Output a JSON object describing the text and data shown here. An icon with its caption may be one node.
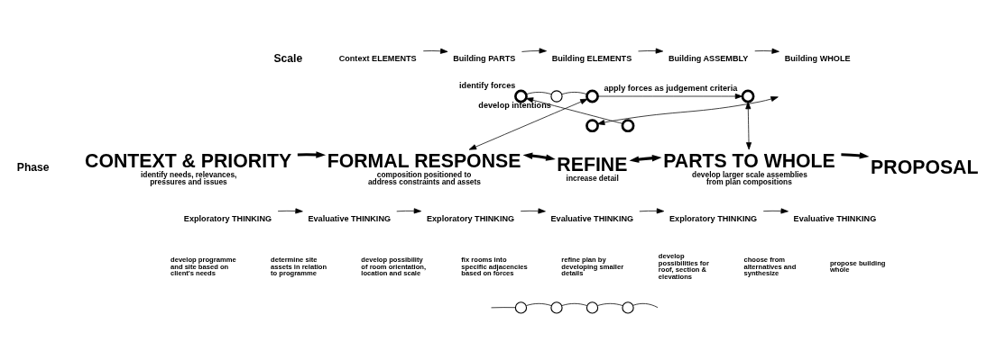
{
  "diagram": {
    "nodes": [
      {
        "text": [
          "Context ELEMENTS"
        ]
      },
      {
        "text": [
          "Building PARTS"
        ]
      },
      {
        "text": [
          "Building ELEMENTS"
        ]
      },
      {
        "text": [
          "Building ASSEMBLY"
        ]
      },
      {
        "text": [
          "Building WHOLE"
        ]
      },
      {
        "text": [
          "identify forces"
        ]
      },
      {
        "text": [
          "develop intentions"
        ]
      },
      {
        "text": [],
        "shape": "circle"
      },
      {
        "text": [],
        "shape": "circle"
      },
      {
        "text": [],
        "shape": "circle"
      },
      {
        "text": [],
        "shape": "circle"
      },
      {
        "text": [
          "CONTEXT & PRIORITY"
        ],
        "beside": [
          "identify needs, relevances, pressures and issues"
        ]
      },
      {
        "text": [
          "FORMAL RESPONSE"
        ],
        "beside": [
          "composition positioned to address constraints and assets"
        ]
      },
      {
        "text": [
          "REFINE"
        ],
        "beside": [
          "increase detail"
        ]
      },
      {
        "text": [
          "PARTS TO WHOLE"
        ],
        "beside": [
          "develop larger scale assemblies from plan compositions"
        ]
      },
      {
        "text": [
          "PROPOSAL"
        ]
      },
      {
        "text": [
          "Exploratory THINKING"
        ]
      },
      {
        "text": [
          "Evaluative THINKING"
        ]
      },
      {
        "text": [
          "Exploratory THINKING"
        ]
      },
      {
        "text": [
          "Evaluative THINKING"
        ]
      },
      {
        "text": [
          "Exploratory THINKING"
        ]
      },
      {
        "text": [
          "Evaluative THINKING"
        ]
      },
      {
        "text": [],
        "shape": "circle"
      },
      {
        "text": [],
        "shape": "circle"
      },
      {
        "text": [],
        "shape": "circle"
      },
      {
        "text": [],
        "shape": "circle"
      }
    ],
    "edges": [
      {
        "from": 0,
        "to": 1,
        "arrow": "to"
      },
      {
        "from": 1,
        "to": 2,
        "arrow": "to"
      },
      {
        "from": 2,
        "to": 3,
        "arrow": "to"
      },
      {
        "from": 3,
        "to": 4,
        "arrow": "to"
      },
      {
        "from": 5,
        "to": 6,
        "arrow": "none"
      },
      {
        "from": 6,
        "to": 7,
        "arrow": "none"
      },
      {
        "from": 7,
        "to": 8,
        "arrow": "to",
        "label": "apply forces as judgement criteria"
      },
      {
        "from": 9,
        "to": 5,
        "arrow": "to"
      },
      {
        "from": 7,
        "to": 12,
        "arrow": "both"
      },
      {
        "from": null,
        "to": 10,
        "arrow": "both"
      },
      {
        "from": 8,
        "to": 14,
        "arrow": "both"
      },
      {
        "from": 11,
        "to": 12,
        "arrow": "to",
        "style": "thick"
      },
      {
        "from": 12,
        "to": 13,
        "arrow": "both",
        "style": "thick"
      },
      {
        "from": 13,
        "to": 14,
        "arrow": "both",
        "style": "thick"
      },
      {
        "from": 14,
        "to": 15,
        "arrow": "to",
        "style": "thick"
      },
      {
        "from": 16,
        "to": 17,
        "arrow": "to"
      },
      {
        "from": 17,
        "to": 18,
        "arrow": "to"
      },
      {
        "from": 18,
        "to": 19,
        "arrow": "to"
      },
      {
        "from": 19,
        "to": 20,
        "arrow": "to"
      },
      {
        "from": 20,
        "to": 21,
        "arrow": "to"
      },
      {
        "from": null,
        "to": 22,
        "arrow": "none"
      },
      {
        "from": 22,
        "to": 23,
        "arrow": "none"
      },
      {
        "from": 23,
        "to": 24,
        "arrow": "none"
      },
      {
        "from": 24,
        "to": 25,
        "arrow": "none"
      },
      {
        "from": 25,
        "to": null,
        "arrow": "none"
      }
    ],
    "labels": [
      "Scale",
      "Phase",
      "develop programme and site based on client's needs",
      "determine site assets in relation to programme",
      "develop possibility of room orientation, location and scale",
      "fix rooms into specific adjacencies based on forces",
      "refine plan by developing smaller details",
      "develop possibilities for roof, section & elevations",
      "choose from alternatives and synthesize",
      "propose building whole"
    ]
  }
}
